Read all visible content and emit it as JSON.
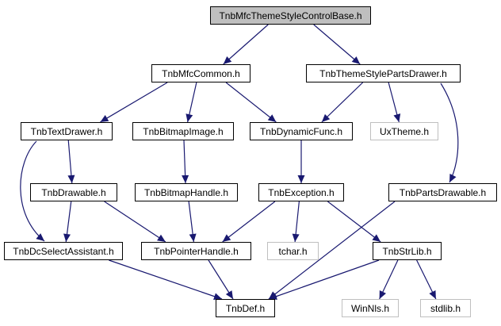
{
  "graph": {
    "colors": {
      "edge": "#191970",
      "node_border": "#000000",
      "root_fill": "#bfbfbf",
      "external_border": "#bfbfbf",
      "background": "#ffffff"
    },
    "nodes": {
      "root": "TnbMfcThemeStyleControlBase.h",
      "mfc_common": "TnbMfcCommon.h",
      "theme_style_parts_drawer": "TnbThemeStylePartsDrawer.h",
      "text_drawer": "TnbTextDrawer.h",
      "bitmap_image": "TnbBitmapImage.h",
      "dynamic_func": "TnbDynamicFunc.h",
      "uxtheme": "UxTheme.h",
      "drawable": "TnbDrawable.h",
      "bitmap_handle": "TnbBitmapHandle.h",
      "exception": "TnbException.h",
      "parts_drawable": "TnbPartsDrawable.h",
      "dc_select_assistant": "TnbDcSelectAssistant.h",
      "pointer_handle": "TnbPointerHandle.h",
      "tchar": "tchar.h",
      "str_lib": "TnbStrLib.h",
      "def": "TnbDef.h",
      "winnls": "WinNls.h",
      "stdlib": "stdlib.h"
    },
    "edges": [
      [
        "root",
        "mfc_common"
      ],
      [
        "root",
        "theme_style_parts_drawer"
      ],
      [
        "mfc_common",
        "text_drawer"
      ],
      [
        "mfc_common",
        "bitmap_image"
      ],
      [
        "mfc_common",
        "dynamic_func"
      ],
      [
        "theme_style_parts_drawer",
        "dynamic_func"
      ],
      [
        "theme_style_parts_drawer",
        "uxtheme"
      ],
      [
        "theme_style_parts_drawer",
        "parts_drawable"
      ],
      [
        "text_drawer",
        "drawable"
      ],
      [
        "text_drawer",
        "dc_select_assistant"
      ],
      [
        "bitmap_image",
        "bitmap_handle"
      ],
      [
        "dynamic_func",
        "exception"
      ],
      [
        "drawable",
        "dc_select_assistant"
      ],
      [
        "drawable",
        "pointer_handle"
      ],
      [
        "bitmap_handle",
        "pointer_handle"
      ],
      [
        "exception",
        "pointer_handle"
      ],
      [
        "exception",
        "tchar"
      ],
      [
        "exception",
        "str_lib"
      ],
      [
        "parts_drawable",
        "def"
      ],
      [
        "dc_select_assistant",
        "def"
      ],
      [
        "pointer_handle",
        "def"
      ],
      [
        "str_lib",
        "def"
      ],
      [
        "str_lib",
        "winnls"
      ],
      [
        "str_lib",
        "stdlib"
      ]
    ]
  }
}
